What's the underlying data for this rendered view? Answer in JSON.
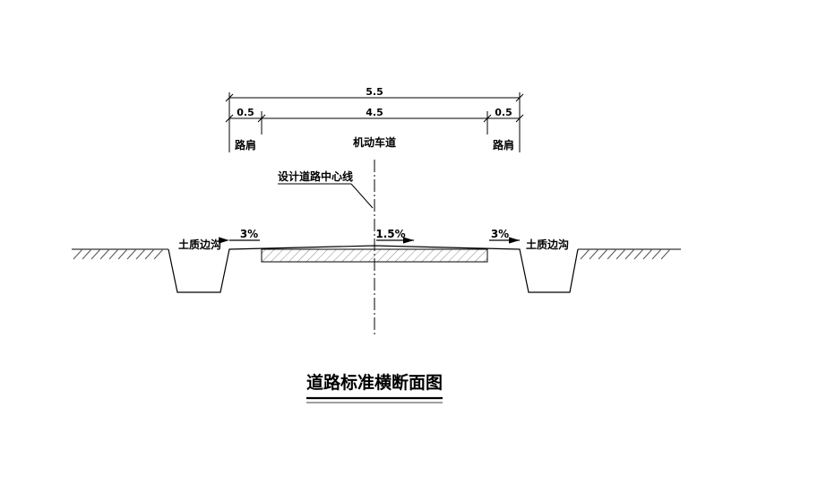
{
  "dimensions": {
    "total_width": "5.5",
    "shoulder_left": "0.5",
    "carriageway_width": "4.5",
    "shoulder_right": "0.5"
  },
  "zones": {
    "shoulder_left": "路肩",
    "carriageway": "机动车道",
    "shoulder_right": "路肩"
  },
  "annotations": {
    "centerline": "设计道路中心线",
    "ditch_left": "土质边沟",
    "ditch_right": "土质边沟",
    "slope_left": "3%",
    "slope_center": "1.5%",
    "slope_right": "3%"
  },
  "title": "道路标准横断面图",
  "colors": {
    "line": "#000000",
    "hatch": "#777777"
  }
}
